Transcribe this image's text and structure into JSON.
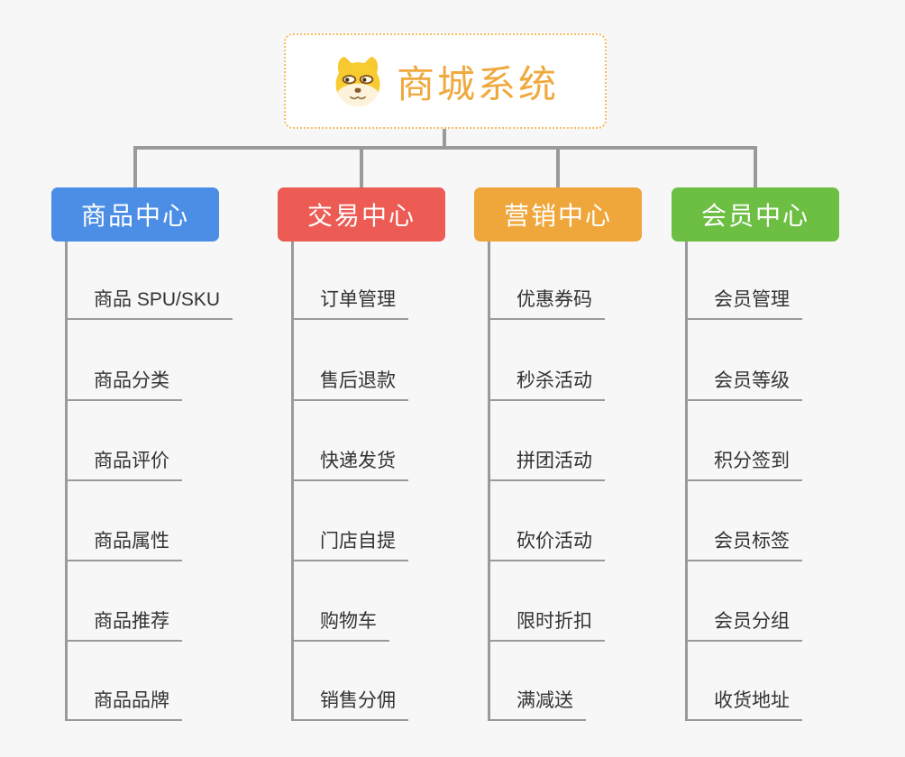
{
  "root": {
    "title": "商城系统",
    "icon": "doge-icon"
  },
  "colors": {
    "background": "#F7F7F7",
    "connector": "#9A9A9A",
    "root_accent": "#EFA93E",
    "root_border": "#F3BE63",
    "node_text": "#FFFFFF",
    "item_text": "#333333"
  },
  "branches": [
    {
      "label": "商品中心",
      "color": "#4C8EE6",
      "items": [
        "商品 SPU/SKU",
        "商品分类",
        "商品评价",
        "商品属性",
        "商品推荐",
        "商品品牌"
      ]
    },
    {
      "label": "交易中心",
      "color": "#EC5B54",
      "items": [
        "订单管理",
        "售后退款",
        "快递发货",
        "门店自提",
        "购物车",
        "销售分佣"
      ]
    },
    {
      "label": "营销中心",
      "color": "#EFA63B",
      "items": [
        "优惠券码",
        "秒杀活动",
        "拼团活动",
        "砍价活动",
        "限时折扣",
        "满减送"
      ]
    },
    {
      "label": "会员中心",
      "color": "#6DBF43",
      "items": [
        "会员管理",
        "会员等级",
        "积分签到",
        "会员标签",
        "会员分组",
        "收货地址"
      ]
    }
  ]
}
